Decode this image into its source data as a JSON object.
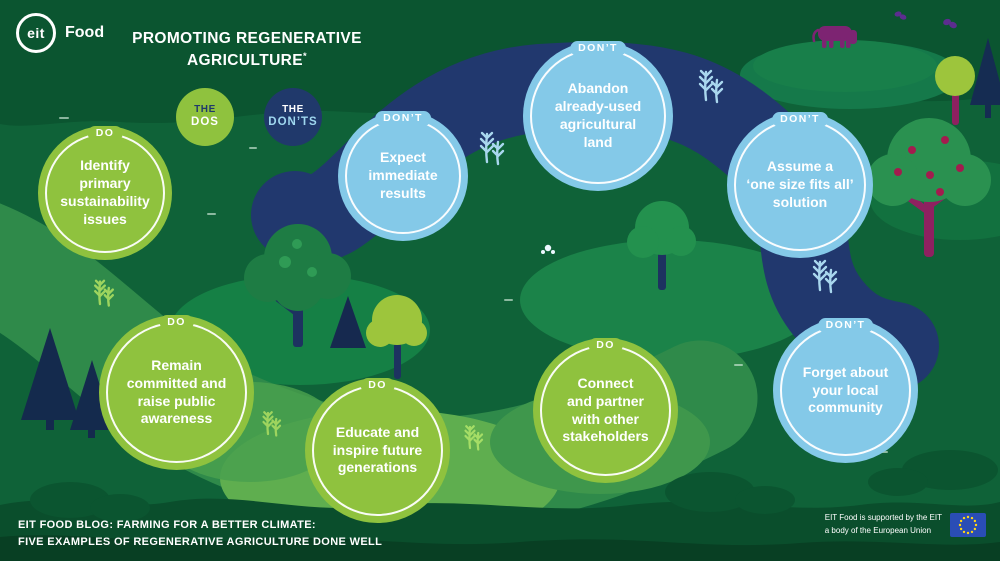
{
  "brand": {
    "logo_circle": "eit",
    "logo_word": "Food"
  },
  "header": {
    "title_line1": "PROMOTING REGENERATIVE",
    "title_line2": "AGRICULTURE",
    "title_asterisk": "*"
  },
  "legend": {
    "dos": {
      "top": "THE",
      "bottom": "DOS"
    },
    "donts": {
      "top": "THE",
      "bottom": "DON’TS"
    }
  },
  "bubbles": [
    {
      "tag": "DO",
      "text": "Identify\nprimary\nsustainability\nissues"
    },
    {
      "tag": "DON’T",
      "text": "Expect\nimmediate\nresults"
    },
    {
      "tag": "DON’T",
      "text": "Abandon\nalready-used\nagricultural\nland"
    },
    {
      "tag": "DON’T",
      "text": "Assume a\n‘one size fits all’\nsolution"
    },
    {
      "tag": "DO",
      "text": "Remain\ncommitted and\nraise public\nawareness"
    },
    {
      "tag": "DO",
      "text": "Educate and\ninspire future\ngenerations"
    },
    {
      "tag": "DO",
      "text": "Connect\nand partner\nwith other\nstakeholders"
    },
    {
      "tag": "DON’T",
      "text": "Forget about\nyour local\ncommunity"
    }
  ],
  "footer": {
    "blog_line1": "EIT FOOD BLOG: FARMING FOR A BETTER CLIMATE:",
    "blog_line2": "FIVE EXAMPLES OF REGENERATIVE AGRICULTURE DONE WELL",
    "support_line1": "EIT Food is supported by the EIT",
    "support_line2": "a body of the European Union"
  },
  "colors": {
    "do_green": "#8fc23e",
    "dont_blue": "#84c9e8",
    "navy": "#20396b",
    "background_green": "#0f6238"
  }
}
